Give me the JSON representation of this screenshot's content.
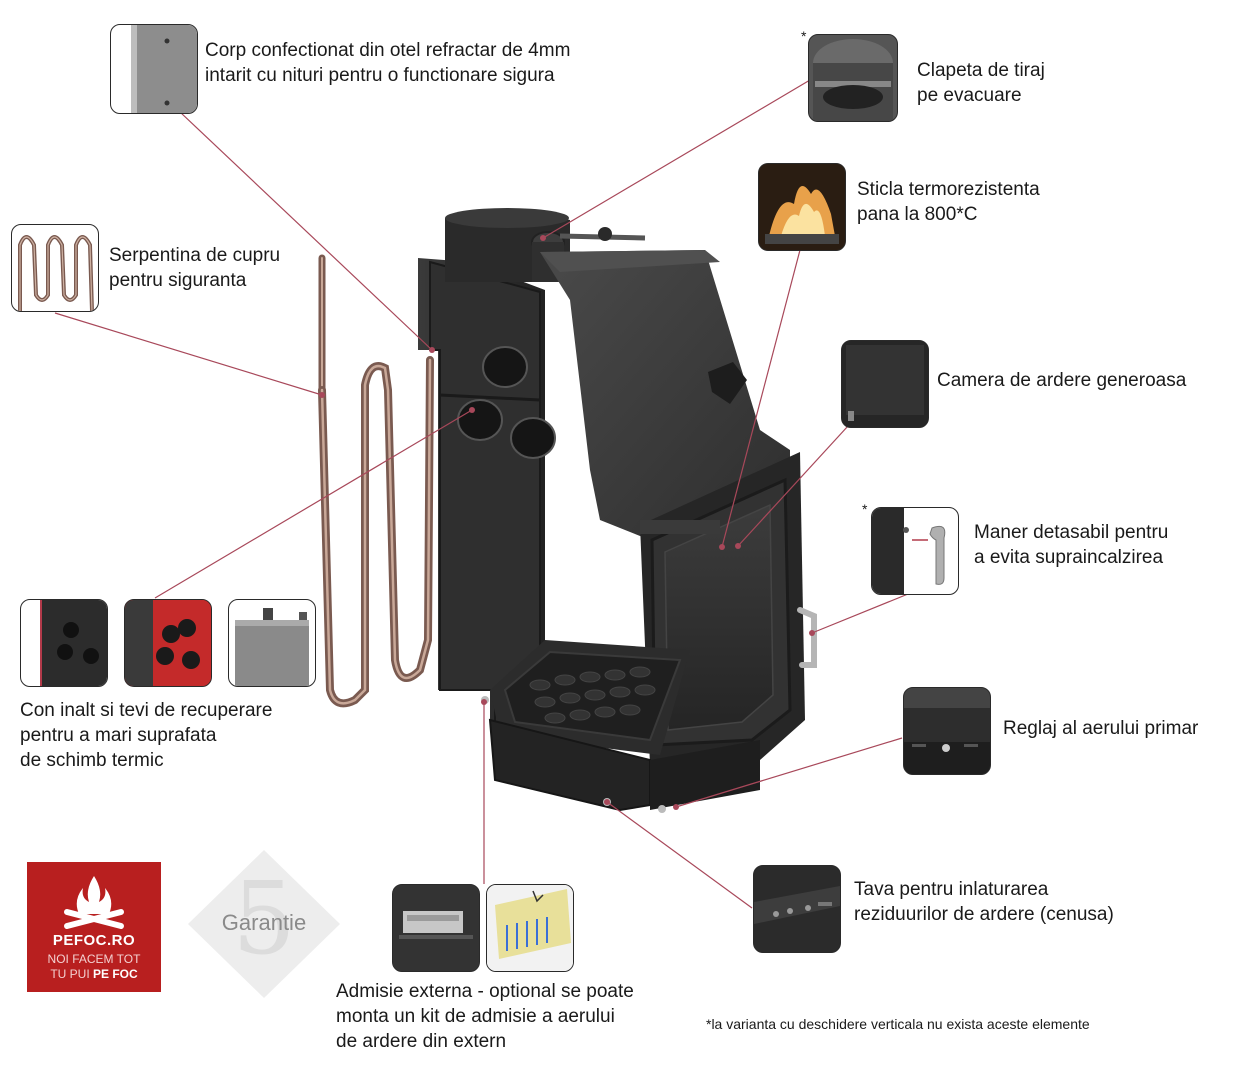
{
  "callouts": {
    "body_steel": [
      "Corp confectionat din otel refractar de 4mm",
      "intarit cu nituri pentru o functionare sigura"
    ],
    "damper": [
      "Clapeta de tiraj",
      "pe evacuare"
    ],
    "glass": [
      "Sticla termorezistenta",
      "pana la 800*C"
    ],
    "coil": [
      "Serpentina de cupru",
      "pentru siguranta"
    ],
    "chamber": [
      "Camera de ardere generoasa"
    ],
    "handle": [
      "Maner detasabil pentru",
      "a evita supraincalzirea"
    ],
    "recovery": [
      "Con inalt si tevi de recuperare",
      "pentru a mari suprafata",
      "de schimb termic"
    ],
    "primary_air": [
      "Reglaj al aerului primar"
    ],
    "ash_tray": [
      "Tava pentru inlaturarea",
      "reziduurilor de ardere (cenusa)"
    ],
    "external_air": [
      "Admisie externa - optional se poate",
      "monta un kit de admisie a aerului",
      "de ardere din extern"
    ]
  },
  "markers": {
    "damper_asterisk": "*",
    "handle_asterisk": "*"
  },
  "footnote": "*la varianta cu deschidere verticala nu exista aceste elemente",
  "logo": {
    "brand": "PEFOC.RO",
    "tagline_1": "NOI FACEM TOT",
    "tagline_2_prefix": "TU PUI ",
    "tagline_2_emphasis": "PE FOC"
  },
  "warranty": {
    "years": "5",
    "word": "Garantie"
  },
  "colors": {
    "leader_line": "#a8485a",
    "logo_red": "#b81f1f",
    "stove_dark": "#2b2b2b",
    "copper": "#8a6a5e"
  },
  "icons": [
    "flame-logo-icon",
    "warranty-diamond-icon"
  ]
}
